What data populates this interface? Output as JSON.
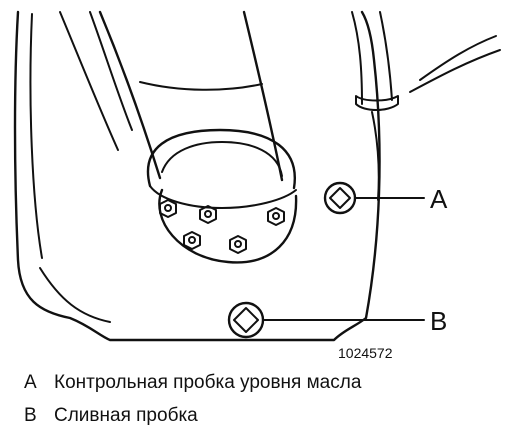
{
  "figure": {
    "callout_a": "A",
    "callout_b": "B",
    "figure_number": "1024572"
  },
  "legend": [
    {
      "key": "A",
      "text": "Контрольная пробка уровня масла"
    },
    {
      "key": "B",
      "text": "Сливная пробка"
    }
  ]
}
